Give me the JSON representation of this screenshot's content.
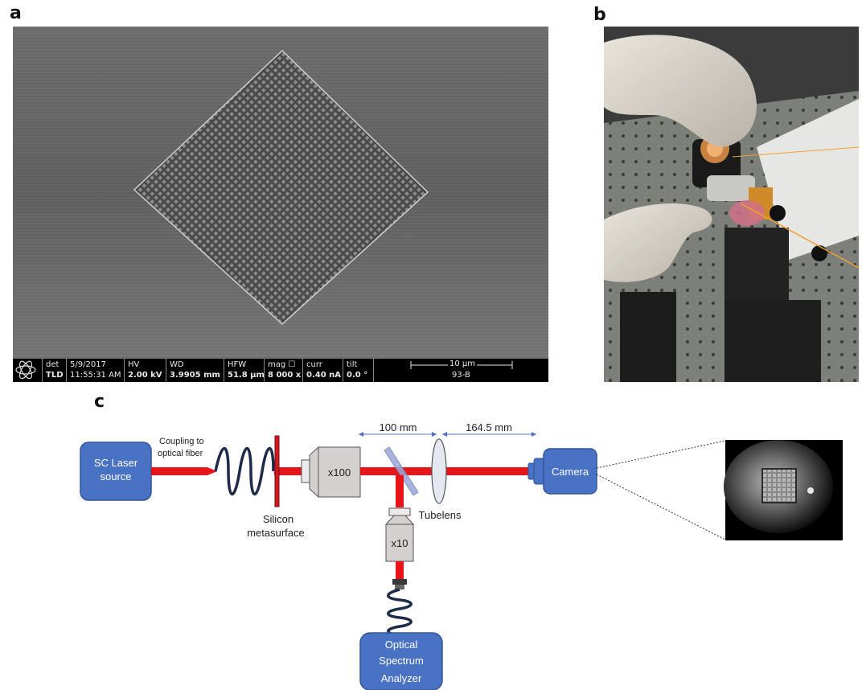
{
  "panels": {
    "a": "a",
    "b": "b",
    "c": "c"
  },
  "sem_databar": {
    "det": {
      "key": "det",
      "value": "TLD"
    },
    "date": {
      "date": "5/9/2017",
      "time": "11:55:31 AM"
    },
    "hv": {
      "key": "HV",
      "value": "2.00 kV"
    },
    "wd": {
      "key": "WD",
      "value": "3.9905 mm"
    },
    "hfw": {
      "key": "HFW",
      "value": "51.8 µm"
    },
    "mag": {
      "key": "mag ☐",
      "value": "8 000 x"
    },
    "curr": {
      "key": "curr",
      "value": "0.40 nA"
    },
    "tilt": {
      "key": "tilt",
      "value": "0.0 °"
    },
    "scale": {
      "label": "10 µm",
      "id": "93-B"
    }
  },
  "setup": {
    "laser": [
      "SC Laser",
      "source"
    ],
    "coupling": [
      "Coupling to",
      "optical fiber"
    ],
    "metasurface": [
      "Silicon",
      "metasurface"
    ],
    "objective_main": "x100",
    "objective_side": "x10",
    "tubelens": "Tubelens",
    "camera": "Camera",
    "dist1": "100 mm",
    "dist2": "164.5 mm",
    "osa": [
      "Optical",
      "Spectrum",
      "Analyzer"
    ]
  },
  "colors": {
    "beam": "#e8141c",
    "box_blue": "#4a72c4",
    "box_blue_dark": "#34559a",
    "fiber": "#1e2a4a",
    "objective": "#d4d0d0",
    "dimension": "#4a72c4"
  }
}
